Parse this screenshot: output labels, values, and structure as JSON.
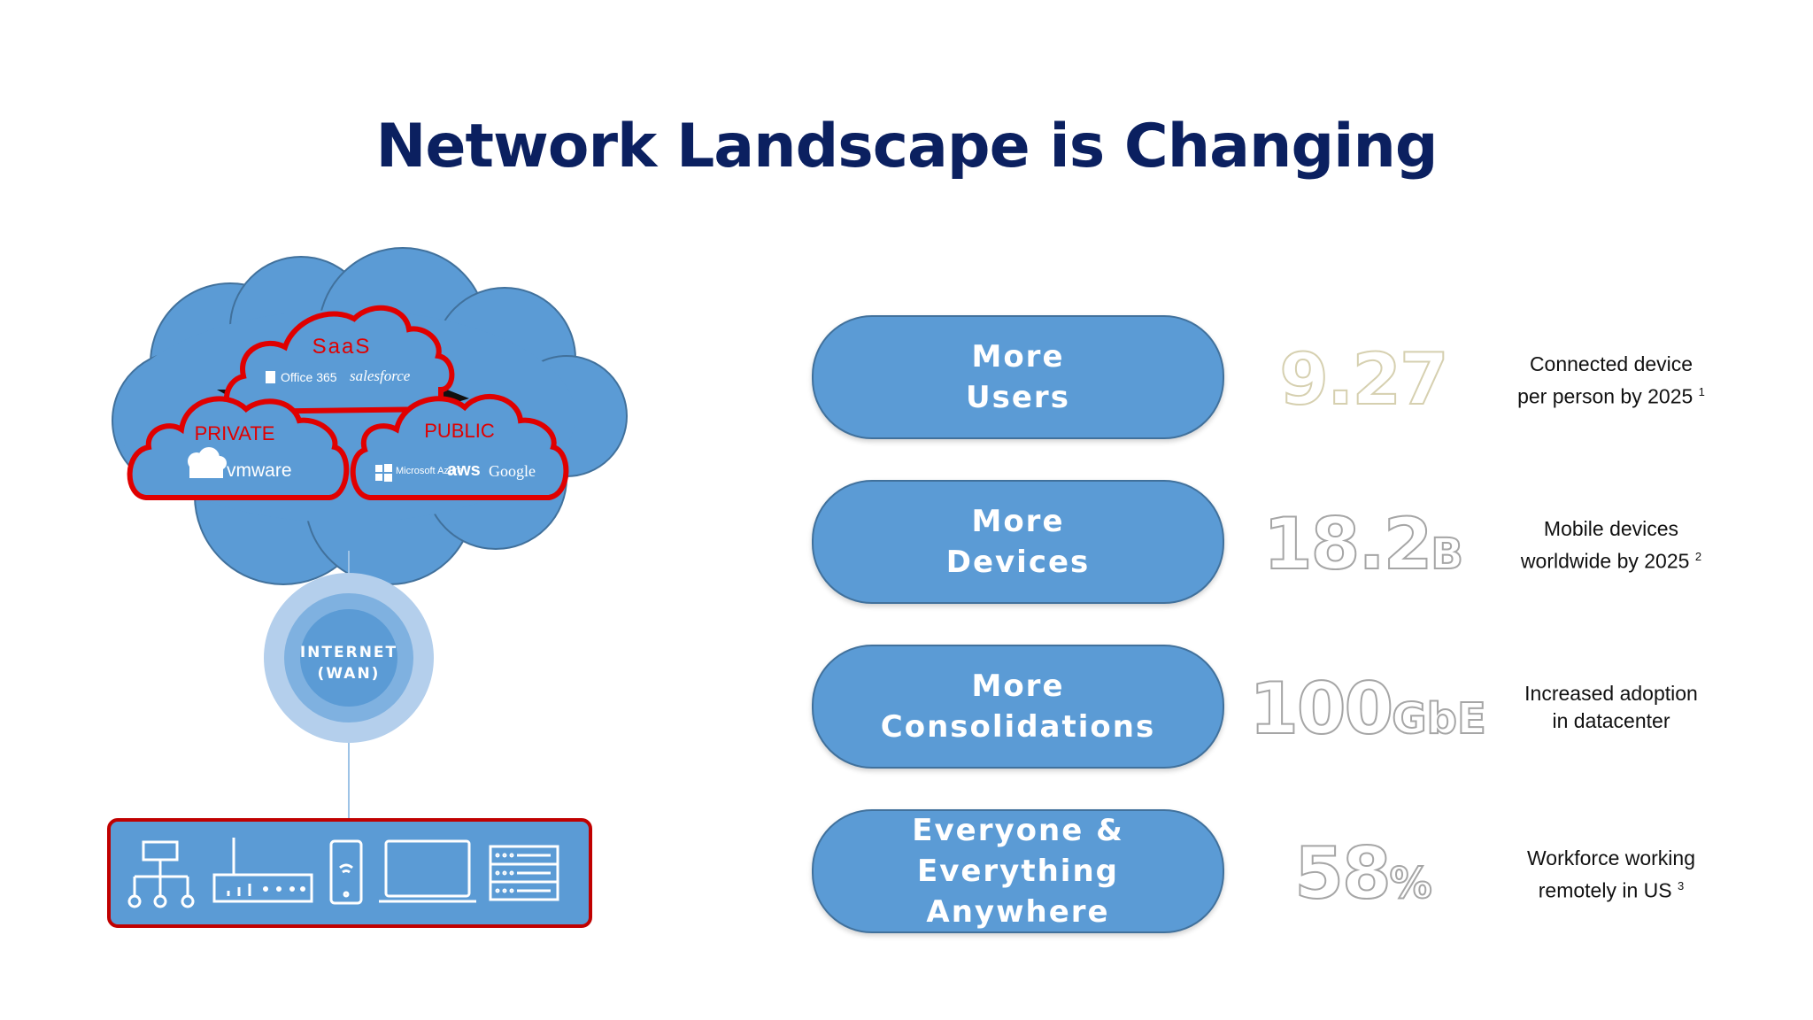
{
  "slide": {
    "title": "Network Landscape is Changing"
  },
  "diagram": {
    "saas_label": "SaaS",
    "private_label": "PRIVATE",
    "public_label": "PUBLIC",
    "saas_logos": [
      "Office 365",
      "salesforce"
    ],
    "private_logos": [
      "vmware"
    ],
    "public_logos": [
      "Microsoft Azure",
      "aws",
      "Google"
    ],
    "internet_label_1": "INTERNET",
    "internet_label_2": "(WAN)",
    "device_icons": [
      "network-topology-icon",
      "router-icon",
      "mobile-phone-icon",
      "laptop-icon",
      "server-rack-icon"
    ]
  },
  "rows": [
    {
      "pill": [
        "More",
        "Users"
      ],
      "stat": "9.27",
      "unit": "",
      "desc1": "Connected device",
      "desc2": "per person by 2025",
      "ref": "1"
    },
    {
      "pill": [
        "More",
        "Devices"
      ],
      "stat": "18.2",
      "unit": "B",
      "desc1": "Mobile devices",
      "desc2": "worldwide by 2025",
      "ref": "2"
    },
    {
      "pill": [
        "More",
        "Consolidations"
      ],
      "stat": "100",
      "unit": "GbE",
      "desc1": "Increased adoption",
      "desc2": "in datacenter",
      "ref": ""
    },
    {
      "pill": [
        "Everyone & Everything",
        "Anywhere"
      ],
      "stat": "58",
      "unit": "%",
      "desc1": "Workforce working",
      "desc2": "remotely in US",
      "ref": "3"
    }
  ],
  "colors": {
    "title": "#0b2060",
    "pill": "#5b9bd5",
    "cloud": "#5b9bd5",
    "cloud_outline": "#e00000",
    "stat_outline_gold": "#d6d0b0",
    "stat_outline_grey": "#a6a6a6"
  }
}
